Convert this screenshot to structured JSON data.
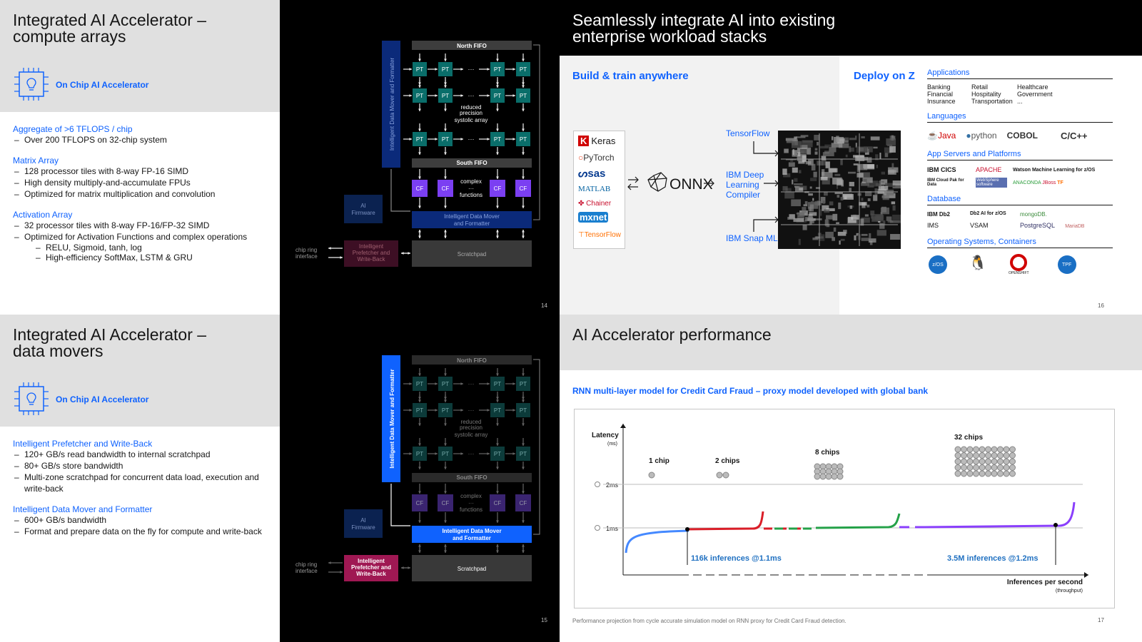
{
  "slide14": {
    "title": "Integrated AI Accelerator – compute arrays",
    "callout": "On Chip AI Accelerator",
    "sections": [
      {
        "heading": "Aggregate of >6 TFLOPS / chip",
        "bullets": [
          "Over 200 TFLOPS on 32-chip system"
        ],
        "sub": []
      },
      {
        "heading": "Matrix Array",
        "bullets": [
          "128 processor tiles with 8-way FP-16 SIMD",
          "High density multiply-and-accumulate FPUs",
          "Optimized for matrix multiplication and convolution"
        ],
        "sub": []
      },
      {
        "heading": "Activation Array",
        "bullets": [
          "32 processor tiles with 8-way FP-16/FP-32 SIMD",
          "Optimized for Activation Functions and complex operations"
        ],
        "sub": [
          "RELU, Sigmoid, tanh, log",
          "High-efficiency SoftMax, LSTM & GRU"
        ]
      }
    ],
    "page": "14"
  },
  "slide15": {
    "title": "Integrated AI Accelerator – data movers",
    "callout": "On Chip AI Accelerator",
    "sections": [
      {
        "heading": "Intelligent Prefetcher and Write-Back",
        "bullets": [
          "120+ GB/s read bandwidth to internal scratchpad",
          "80+ GB/s store bandwidth",
          "Multi-zone scratchpad for concurrent data load, execution and write-back"
        ]
      },
      {
        "heading": "Intelligent Data Mover and Formatter",
        "bullets": [
          "600+ GB/s bandwidth",
          "Format and prepare data on the fly for compute and write-back"
        ]
      }
    ],
    "page": "15"
  },
  "diagram": {
    "north_fifo": "North FIFO",
    "south_fifo": "South FIFO",
    "pt": "PT",
    "cf": "CF",
    "dots": "···",
    "systolic": [
      "reduced",
      "precision",
      "systolic array"
    ],
    "complex": [
      "complex",
      "···",
      "functions"
    ],
    "data_mover": "Intelligent Data Mover and Formatter",
    "data_mover_lines": [
      "Intelligent Data Mover",
      "and Formatter"
    ],
    "firmware": [
      "AI",
      "Firmware"
    ],
    "prefetcher": [
      "Intelligent",
      "Prefetcher and",
      "Write-Back"
    ],
    "scratchpad": "Scratchpad",
    "chip_ring": [
      "chip ring",
      "interface"
    ]
  },
  "slide16": {
    "title": "Seamlessly integrate AI into existing enterprise workload stacks",
    "build": "Build & train anywhere",
    "deploy": "Deploy on Z",
    "frameworks": [
      "Keras",
      "PyTorch",
      "sas",
      "MATLAB",
      "Chainer",
      "mxnet",
      "TensorFlow"
    ],
    "onnx": "ONNX",
    "targets": [
      "TensorFlow",
      "IBM Deep Learning Compiler",
      "IBM Snap ML"
    ],
    "targets_lines": [
      [
        "TensorFlow"
      ],
      [
        "IBM Deep",
        "Learning",
        "Compiler"
      ],
      [
        "IBM Snap ML"
      ]
    ],
    "applications": {
      "heading": "Applications",
      "cols": [
        [
          "Banking",
          "Financial",
          "Insurance"
        ],
        [
          "Retail",
          "Hospitality",
          "Transportation"
        ],
        [
          "Healthcare",
          "Government",
          "..."
        ]
      ]
    },
    "languages": {
      "heading": "Languages",
      "items": [
        "Java",
        "python",
        "COBOL",
        "C/C++"
      ]
    },
    "app_servers": {
      "heading": "App Servers and Platforms",
      "items": [
        "IBM CICS",
        "APACHE",
        "Watson Machine Learning for z/OS",
        "IBM Cloud Pak for Data",
        "WebSphere software",
        "ANACONDA",
        "JBoss",
        "TF"
      ]
    },
    "database": {
      "heading": "Database",
      "items": [
        "IBM Db2",
        "Db2 AI for z/OS",
        "mongoDB.",
        "IMS",
        "VSAM",
        "PostgreSQL",
        "MariaDB"
      ]
    },
    "os": {
      "heading": "Operating Systems, Containers",
      "items": [
        "z/OS",
        "Linux",
        "OPENSHIFT",
        "TPF"
      ]
    },
    "page": "16"
  },
  "slide17": {
    "title": "AI Accelerator performance",
    "subtitle": "RNN multi-layer model for Credit Card Fraud – proxy model developed with global bank",
    "footnote": "Performance projection from cycle accurate simulation model on RNN proxy for Credit Card Fraud detection.",
    "page": "17"
  },
  "chart_data": {
    "type": "line",
    "ylabel": "Latency",
    "ylabel_unit": "(ms)",
    "xlabel": "Inferences per second",
    "xlabel_unit": "(throughput)",
    "y_ticks": [
      "2ms",
      "1ms"
    ],
    "series": [
      {
        "name": "1 chip",
        "color": "#4589ff"
      },
      {
        "name": "2 chips",
        "color": "#da1e28"
      },
      {
        "name": "8 chips",
        "color": "#24a148"
      },
      {
        "name": "32 chips",
        "color": "#8a3ffc"
      }
    ],
    "annotations": [
      "116k inferences @1.1ms",
      "3.5M inferences @1.2ms"
    ]
  },
  "colors": {
    "ibm_blue": "#0f62fe",
    "teal": "#007d79",
    "purple": "#8a3ffc",
    "magenta": "#9f1853"
  }
}
